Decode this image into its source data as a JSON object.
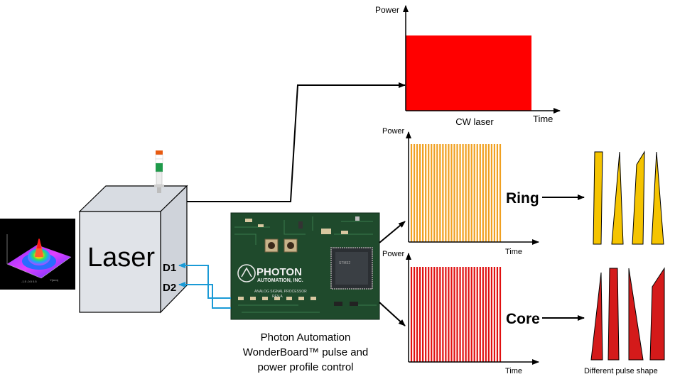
{
  "colors": {
    "cw_fill": "#ff0000",
    "ring_pulse": "#f0a020",
    "core_pulse": "#e01010",
    "ring_shape": "#f5c400",
    "core_shape": "#d41a1a",
    "cube_front": "#e0e3e8",
    "cube_top": "#d8dce2",
    "cube_side": "#cfd3da",
    "board": "#1f4a2c",
    "signal_line": "#1a9ad6"
  },
  "laser": {
    "label": "Laser",
    "port1": "D1",
    "port2": "D2"
  },
  "cw_chart": {
    "ylabel": "Power",
    "xlabel": "Time",
    "caption": "CW laser"
  },
  "ring_chart": {
    "ylabel": "Power",
    "xlabel": "Time",
    "label": "Ring",
    "pulse_count": 32
  },
  "core_chart": {
    "ylabel": "Power",
    "xlabel": "Time",
    "label": "Core",
    "pulse_count": 32
  },
  "board": {
    "logo_line1": "PHOTON",
    "logo_line2": "AUTOMATION, INC.",
    "subtitle": "ANALOG SIGNAL PROCESSOR",
    "rev": "REV A",
    "caption_line1": "Photon Automation",
    "caption_line2": "WonderBoard™ pulse and",
    "caption_line3": "power profile control"
  },
  "pulse_shapes": {
    "caption": "Different pulse shape"
  },
  "icons": [
    "beam-profile-3d-plot-icon",
    "indicator-light-icon",
    "circuit-board-icon"
  ]
}
